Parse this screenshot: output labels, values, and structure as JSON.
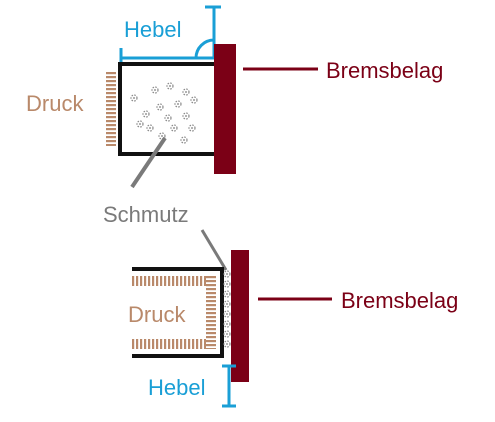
{
  "labels": {
    "hebel": "Hebel",
    "druck": "Druck",
    "bremsbelag": "Bremsbelag",
    "schmutz": "Schmutz"
  },
  "colors": {
    "hebel": "#1a9fd6",
    "druck": "#b9896a",
    "belag": "#7b0016",
    "schmutz": "#7a7a7a",
    "outline": "#111111"
  }
}
